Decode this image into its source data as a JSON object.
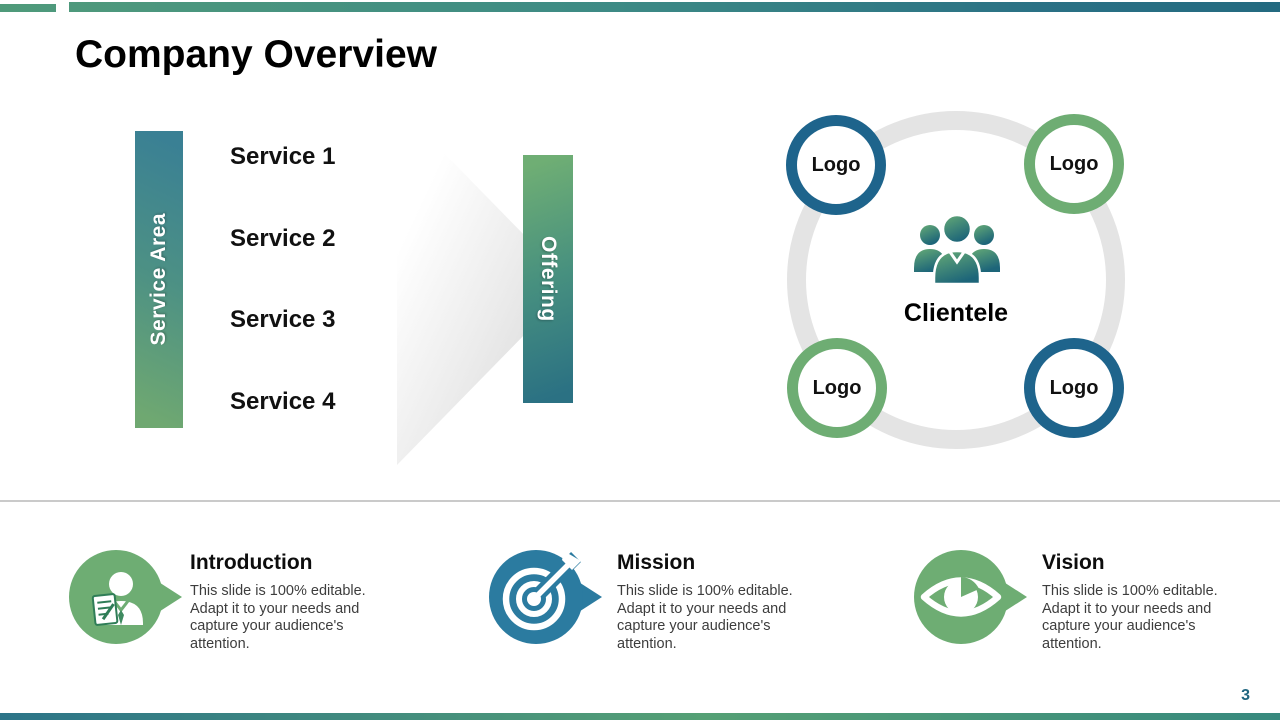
{
  "slide": {
    "title": "Company Overview",
    "page_number": "3"
  },
  "service_diagram": {
    "left_bar_label": "Service Area",
    "services": [
      "Service 1",
      "Service 2",
      "Service 3",
      "Service 4"
    ],
    "right_bar_label": "Offering"
  },
  "clientele_diagram": {
    "center_label": "Clientele",
    "logo_labels": [
      "Logo",
      "Logo",
      "Logo",
      "Logo"
    ]
  },
  "info_sections": {
    "introduction": {
      "title": "Introduction",
      "body": "This slide is 100% editable. Adapt it to your needs and capture your audience's attention."
    },
    "mission": {
      "title": "Mission",
      "body": "This slide is 100% editable. Adapt it to your needs and capture your audience's attention."
    },
    "vision": {
      "title": "Vision",
      "body": "This slide is 100% editable. Adapt it to your needs and capture your audience's attention."
    }
  },
  "colors": {
    "accent_green": "#6ead73",
    "accent_teal_blue": "#1e648c",
    "mission_teal": "#2b7ba0",
    "ring_gray": "#e4e4e4",
    "bar_green": "#6fae74",
    "bar_teal": "#2b7183",
    "page_number_color": "#1f6680"
  }
}
